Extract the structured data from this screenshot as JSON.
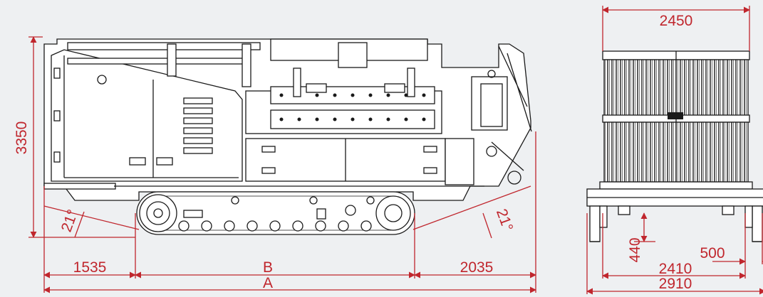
{
  "dimensions": {
    "height": "3350",
    "angle_left": "21°",
    "angle_right": "21°",
    "front_length": "1535",
    "track_length": "B",
    "rear_length": "2035",
    "total_length": "A",
    "top_width": "2450",
    "clearance": "440",
    "track_width": "500",
    "inner_width": "2410",
    "outer_width": "2910"
  },
  "colors": {
    "dimension": "#c0262d",
    "drawing": "#1a1a1a",
    "background": "#eef0f2"
  }
}
